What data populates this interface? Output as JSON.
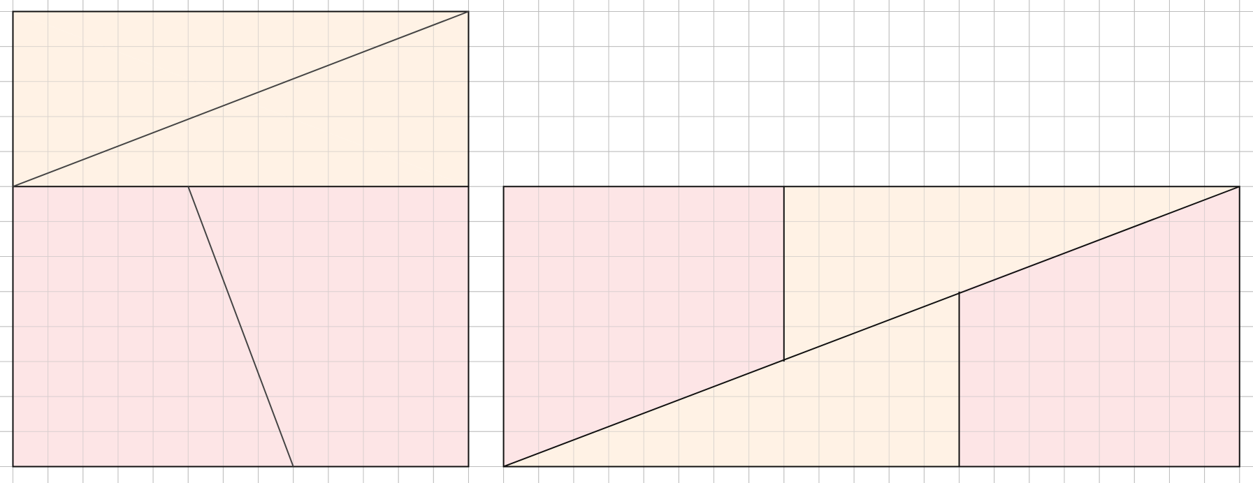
{
  "colors": {
    "background": "#ffffff",
    "grid": "#bdbdbd",
    "peach_fill": "#fff2e5",
    "pink_fill": "#fde5e6",
    "outline": "#111111",
    "cut_line": "#444444"
  },
  "grid_units": {
    "columns": 35,
    "rows": 13
  },
  "figures": [
    {
      "name": "square-dissection",
      "pieces": [
        {
          "name": "top-left-triangle",
          "fill": "peach_fill",
          "points": [
            [
              0,
              5
            ],
            [
              13,
              5
            ],
            [
              0,
              0
            ]
          ]
        },
        {
          "name": "top-right-triangle",
          "fill": "peach_fill",
          "points": [
            [
              0,
              0
            ],
            [
              13,
              5
            ],
            [
              13,
              0
            ]
          ]
        },
        {
          "name": "bottom-left-trapezoid",
          "fill": "pink_fill",
          "points": [
            [
              0,
              5
            ],
            [
              5,
              5
            ],
            [
              8,
              13
            ],
            [
              0,
              13
            ]
          ]
        },
        {
          "name": "bottom-right-trapezoid",
          "fill": "pink_fill",
          "points": [
            [
              5,
              5
            ],
            [
              13,
              5
            ],
            [
              13,
              13
            ],
            [
              8,
              13
            ]
          ]
        }
      ],
      "outlines": [
        {
          "name": "square-outline",
          "points": [
            [
              0,
              0
            ],
            [
              13,
              0
            ],
            [
              13,
              13
            ],
            [
              0,
              13
            ]
          ]
        },
        {
          "name": "middle-divider",
          "points": [
            [
              0,
              5
            ],
            [
              13,
              5
            ]
          ]
        }
      ],
      "cuts": [
        {
          "name": "top-diagonal-cut",
          "points": [
            [
              0,
              5
            ],
            [
              13,
              0
            ]
          ]
        },
        {
          "name": "bottom-slanted-cut",
          "points": [
            [
              5,
              5
            ],
            [
              8,
              13
            ]
          ]
        }
      ]
    },
    {
      "name": "rectangle-rearrangement",
      "pieces": [
        {
          "name": "left-pink-trapezoid",
          "fill": "pink_fill",
          "points": [
            [
              14,
              5
            ],
            [
              22,
              5
            ],
            [
              22,
              10
            ],
            [
              14,
              13
            ]
          ]
        },
        {
          "name": "upper-peach-triangle",
          "fill": "peach_fill",
          "points": [
            [
              22,
              5
            ],
            [
              35,
              5
            ],
            [
              22,
              10
            ]
          ]
        },
        {
          "name": "lower-peach-triangle",
          "fill": "peach_fill",
          "points": [
            [
              14,
              13
            ],
            [
              27,
              8
            ],
            [
              27,
              13
            ]
          ]
        },
        {
          "name": "right-pink-trapezoid",
          "fill": "pink_fill",
          "points": [
            [
              27,
              8
            ],
            [
              35,
              5
            ],
            [
              35,
              13
            ],
            [
              27,
              13
            ]
          ]
        }
      ],
      "outlines": [
        {
          "name": "rectangle-outline",
          "points": [
            [
              14,
              5
            ],
            [
              35,
              5
            ],
            [
              35,
              13
            ],
            [
              14,
              13
            ]
          ]
        },
        {
          "name": "long-diagonal",
          "points": [
            [
              14,
              13
            ],
            [
              35,
              5
            ]
          ]
        },
        {
          "name": "left-vertical-edge",
          "points": [
            [
              22,
              5
            ],
            [
              22,
              10
            ]
          ]
        },
        {
          "name": "right-vertical-edge",
          "points": [
            [
              27,
              8
            ],
            [
              27,
              13
            ]
          ]
        }
      ],
      "cuts": []
    }
  ]
}
